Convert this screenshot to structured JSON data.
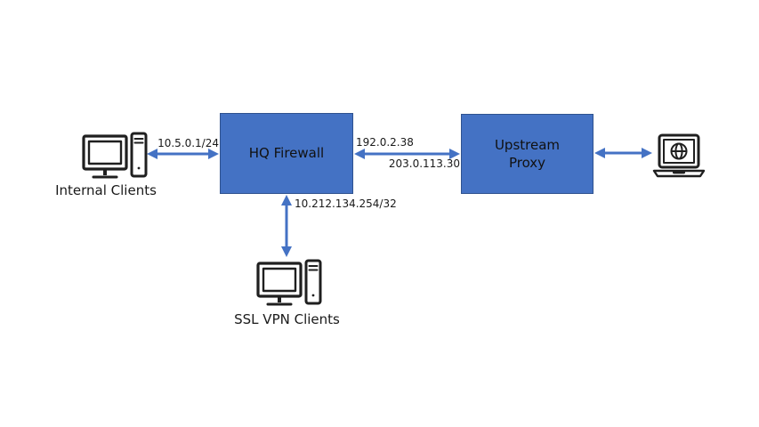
{
  "colors": {
    "box_fill": "#4472C4",
    "box_border": "#2F528F",
    "arrow": "#4472C4",
    "icon": "#1f1f1f",
    "text": "#1a1a1a"
  },
  "nodes": {
    "hq_firewall": {
      "label": "HQ Firewall"
    },
    "upstream_proxy": {
      "label": "Upstream Proxy"
    },
    "internal_clients": {
      "label": "Internal Clients"
    },
    "ssl_vpn_clients": {
      "label": "SSL VPN Clients"
    }
  },
  "links": {
    "internal_to_firewall": {
      "label": "10.5.0.1/24"
    },
    "firewall_to_proxy": {
      "label_top": "192.0.2.38",
      "label_bottom": "203.0.113.30"
    },
    "firewall_to_sslvpn": {
      "label": "10.212.134.254/32"
    }
  }
}
